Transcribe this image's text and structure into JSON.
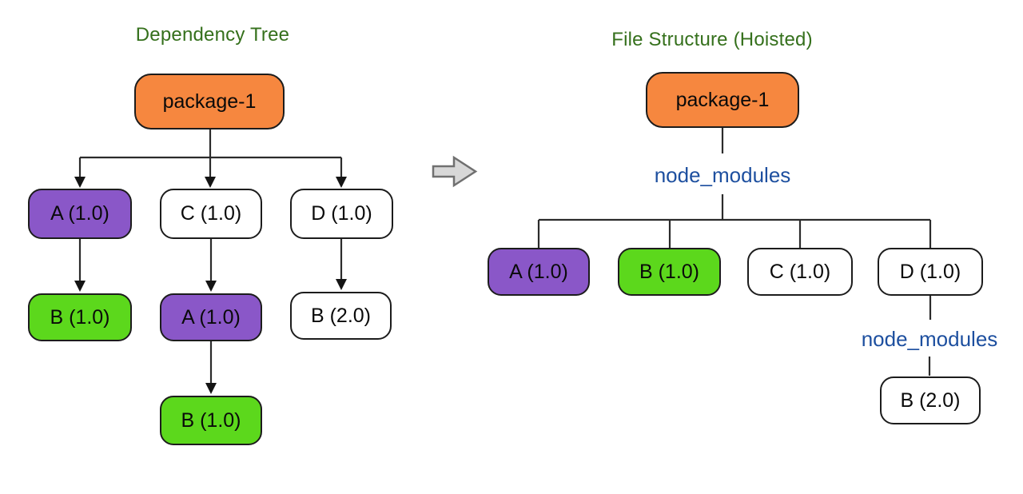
{
  "left_tree": {
    "title": "Dependency Tree",
    "nodes": [
      {
        "label": "package-1",
        "fill": "orange"
      },
      {
        "label": "A (1.0)",
        "fill": "purple"
      },
      {
        "label": "C (1.0)",
        "fill": "white"
      },
      {
        "label": "D (1.0)",
        "fill": "white"
      },
      {
        "label": "B (1.0)",
        "fill": "green"
      },
      {
        "label": "A (1.0)",
        "fill": "purple"
      },
      {
        "label": "B (2.0)",
        "fill": "white"
      },
      {
        "label": "B (1.0)",
        "fill": "green"
      }
    ]
  },
  "right_tree": {
    "title": "File Structure (Hoisted)",
    "folder_labels": [
      "node_modules",
      "node_modules"
    ],
    "nodes": [
      {
        "label": "package-1",
        "fill": "orange"
      },
      {
        "label": "A (1.0)",
        "fill": "purple"
      },
      {
        "label": "B (1.0)",
        "fill": "green"
      },
      {
        "label": "C (1.0)",
        "fill": "white"
      },
      {
        "label": "D (1.0)",
        "fill": "white"
      },
      {
        "label": "B (2.0)",
        "fill": "white"
      }
    ]
  },
  "colors": {
    "node_orange": "#f6873f",
    "node_purple": "#8a57c8",
    "node_green": "#5cd81c",
    "node_white": "#ffffff",
    "node_border": "#1c1c1c",
    "title_green": "#35701c",
    "folder_blue": "#1d4f9f",
    "line_dark": "#2b2b2b",
    "hoist_arrow_fill": "#d8d8d8",
    "hoist_arrow_stroke": "#707070"
  }
}
